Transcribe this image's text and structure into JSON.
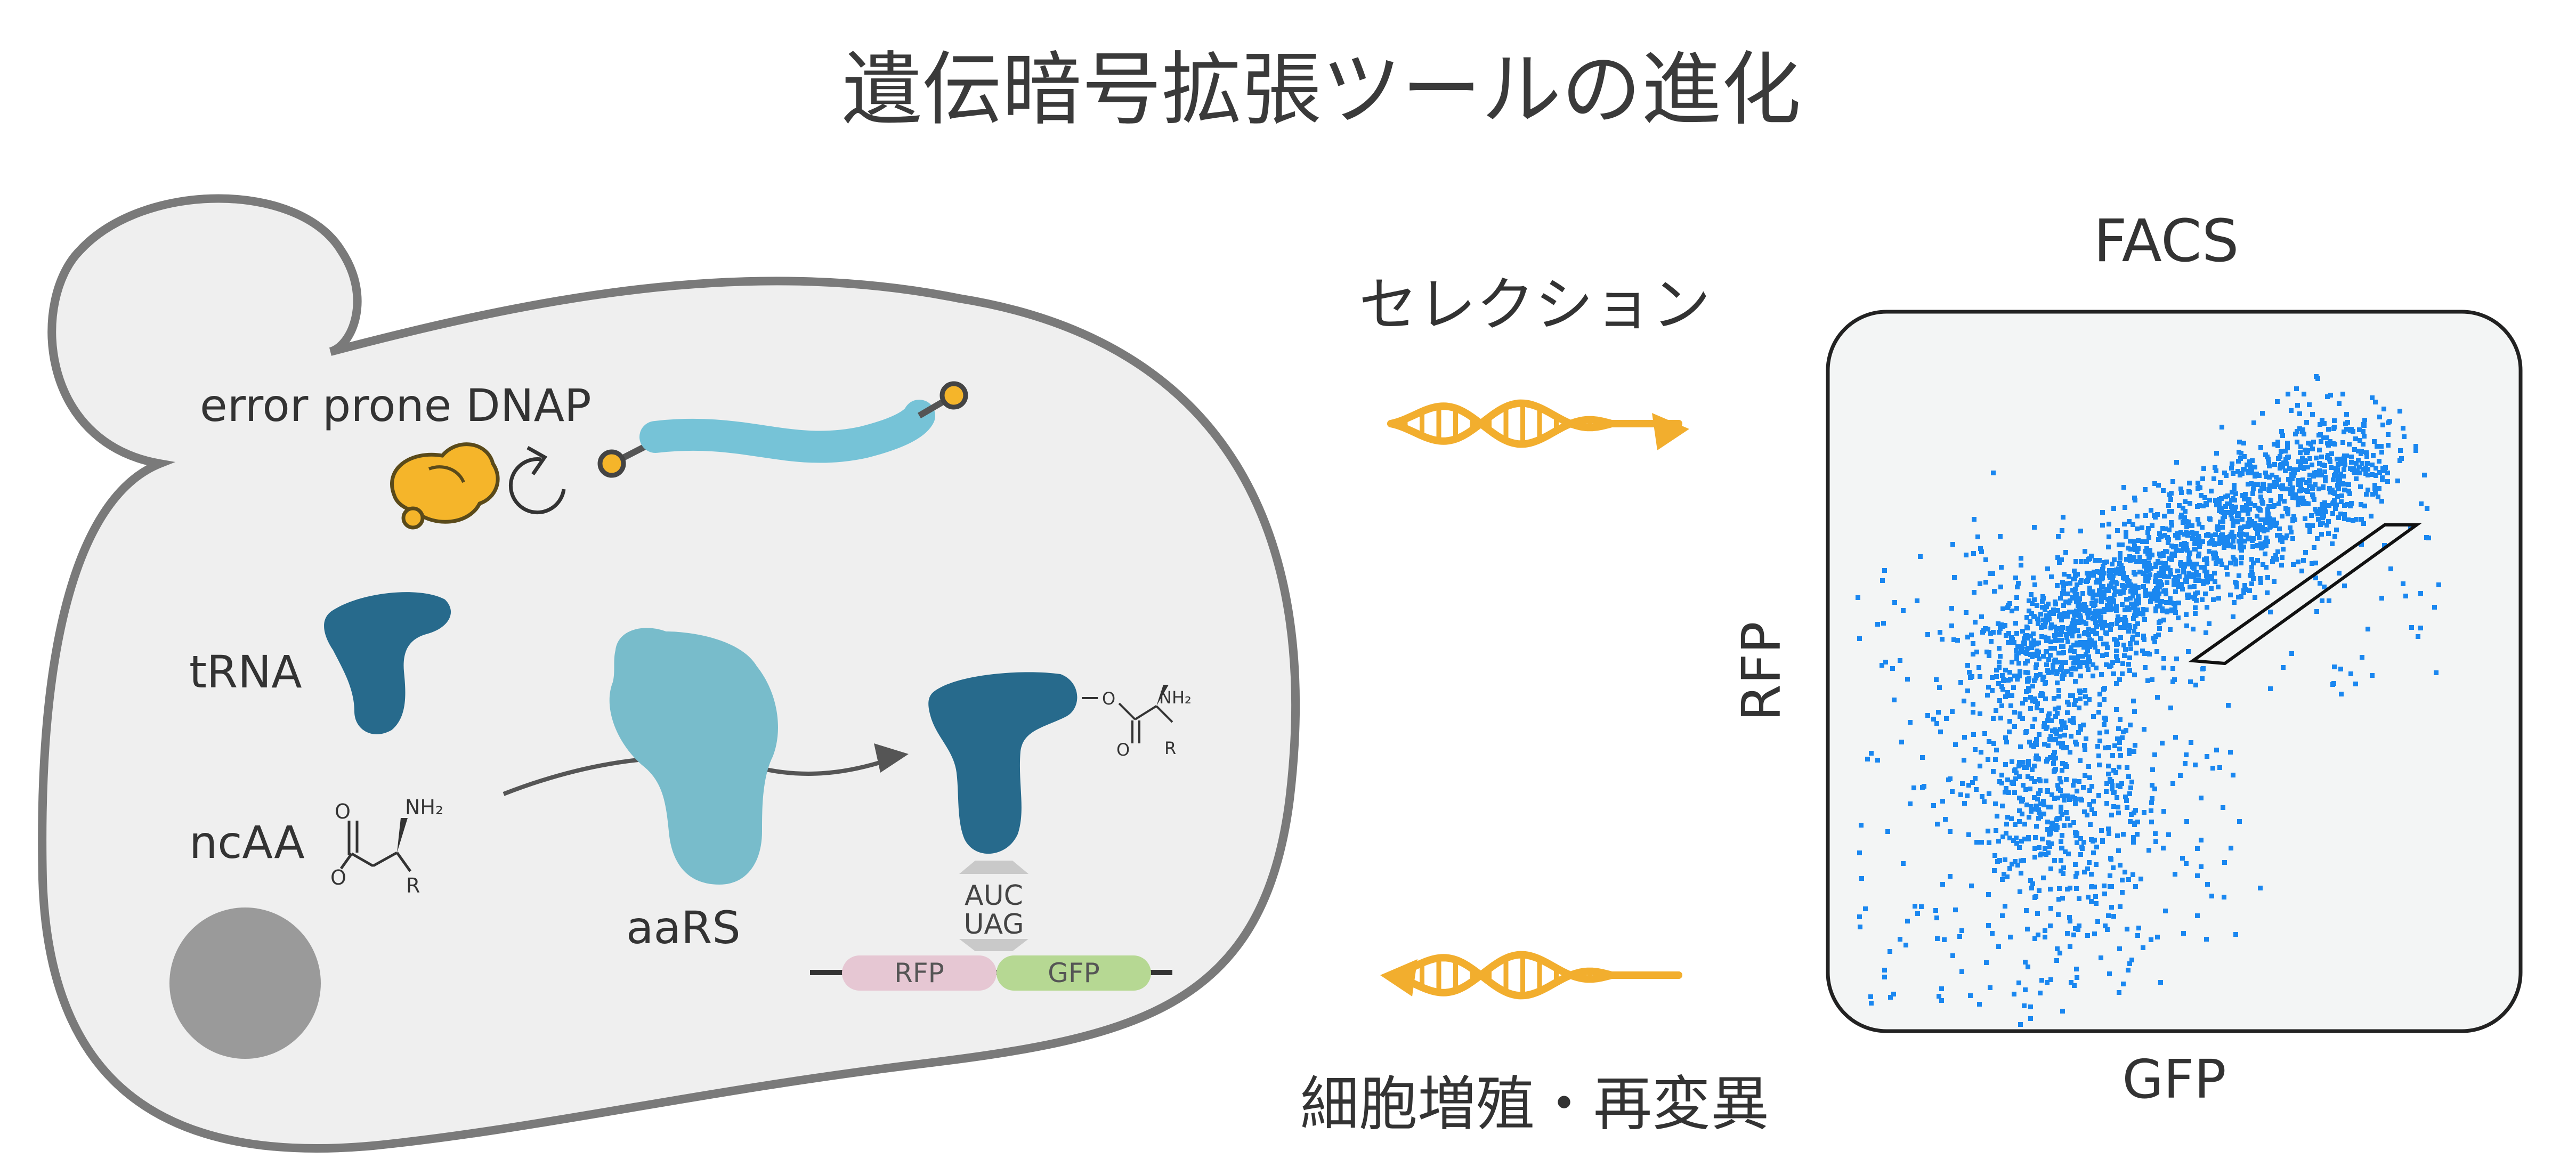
{
  "title": "遺伝暗号拡張ツールの進化",
  "cell": {
    "error_prone_label": "error prone DNAP",
    "trna_label": "tRNA",
    "ncaa_label": "ncAA",
    "aars_label": "aaRS",
    "codon_anticodon": "AUC",
    "codon": "UAG",
    "reporter_rfp": "RFP",
    "reporter_gfp": "GFP",
    "struct_nh2": "NH₂",
    "struct_o": "O",
    "struct_r": "R"
  },
  "selection_label": "セレクション",
  "regrowth_label": "細胞増殖・再変異",
  "facs": {
    "title": "FACS",
    "x_label": "GFP",
    "y_label": "RFP"
  },
  "colors": {
    "cell_fill": "#efefef",
    "cell_stroke": "#7a7a7a",
    "trna": "#276a8c",
    "aars": "#78bccb",
    "dna_strand": "#76c3d7",
    "polymerase": "#f5b52a",
    "helix": "#f2ae2e",
    "facs_dots": "#1a87f0",
    "rfp_bar": "#e6c7d3",
    "gfp_bar": "#b6d893",
    "nucleus": "#9a9a9a"
  },
  "icons": [
    "polymerase-icon",
    "cycle-arrow-icon",
    "dna-strand-icon",
    "trna-icon",
    "aars-icon",
    "charged-trna-icon",
    "dna-helix-icon"
  ]
}
